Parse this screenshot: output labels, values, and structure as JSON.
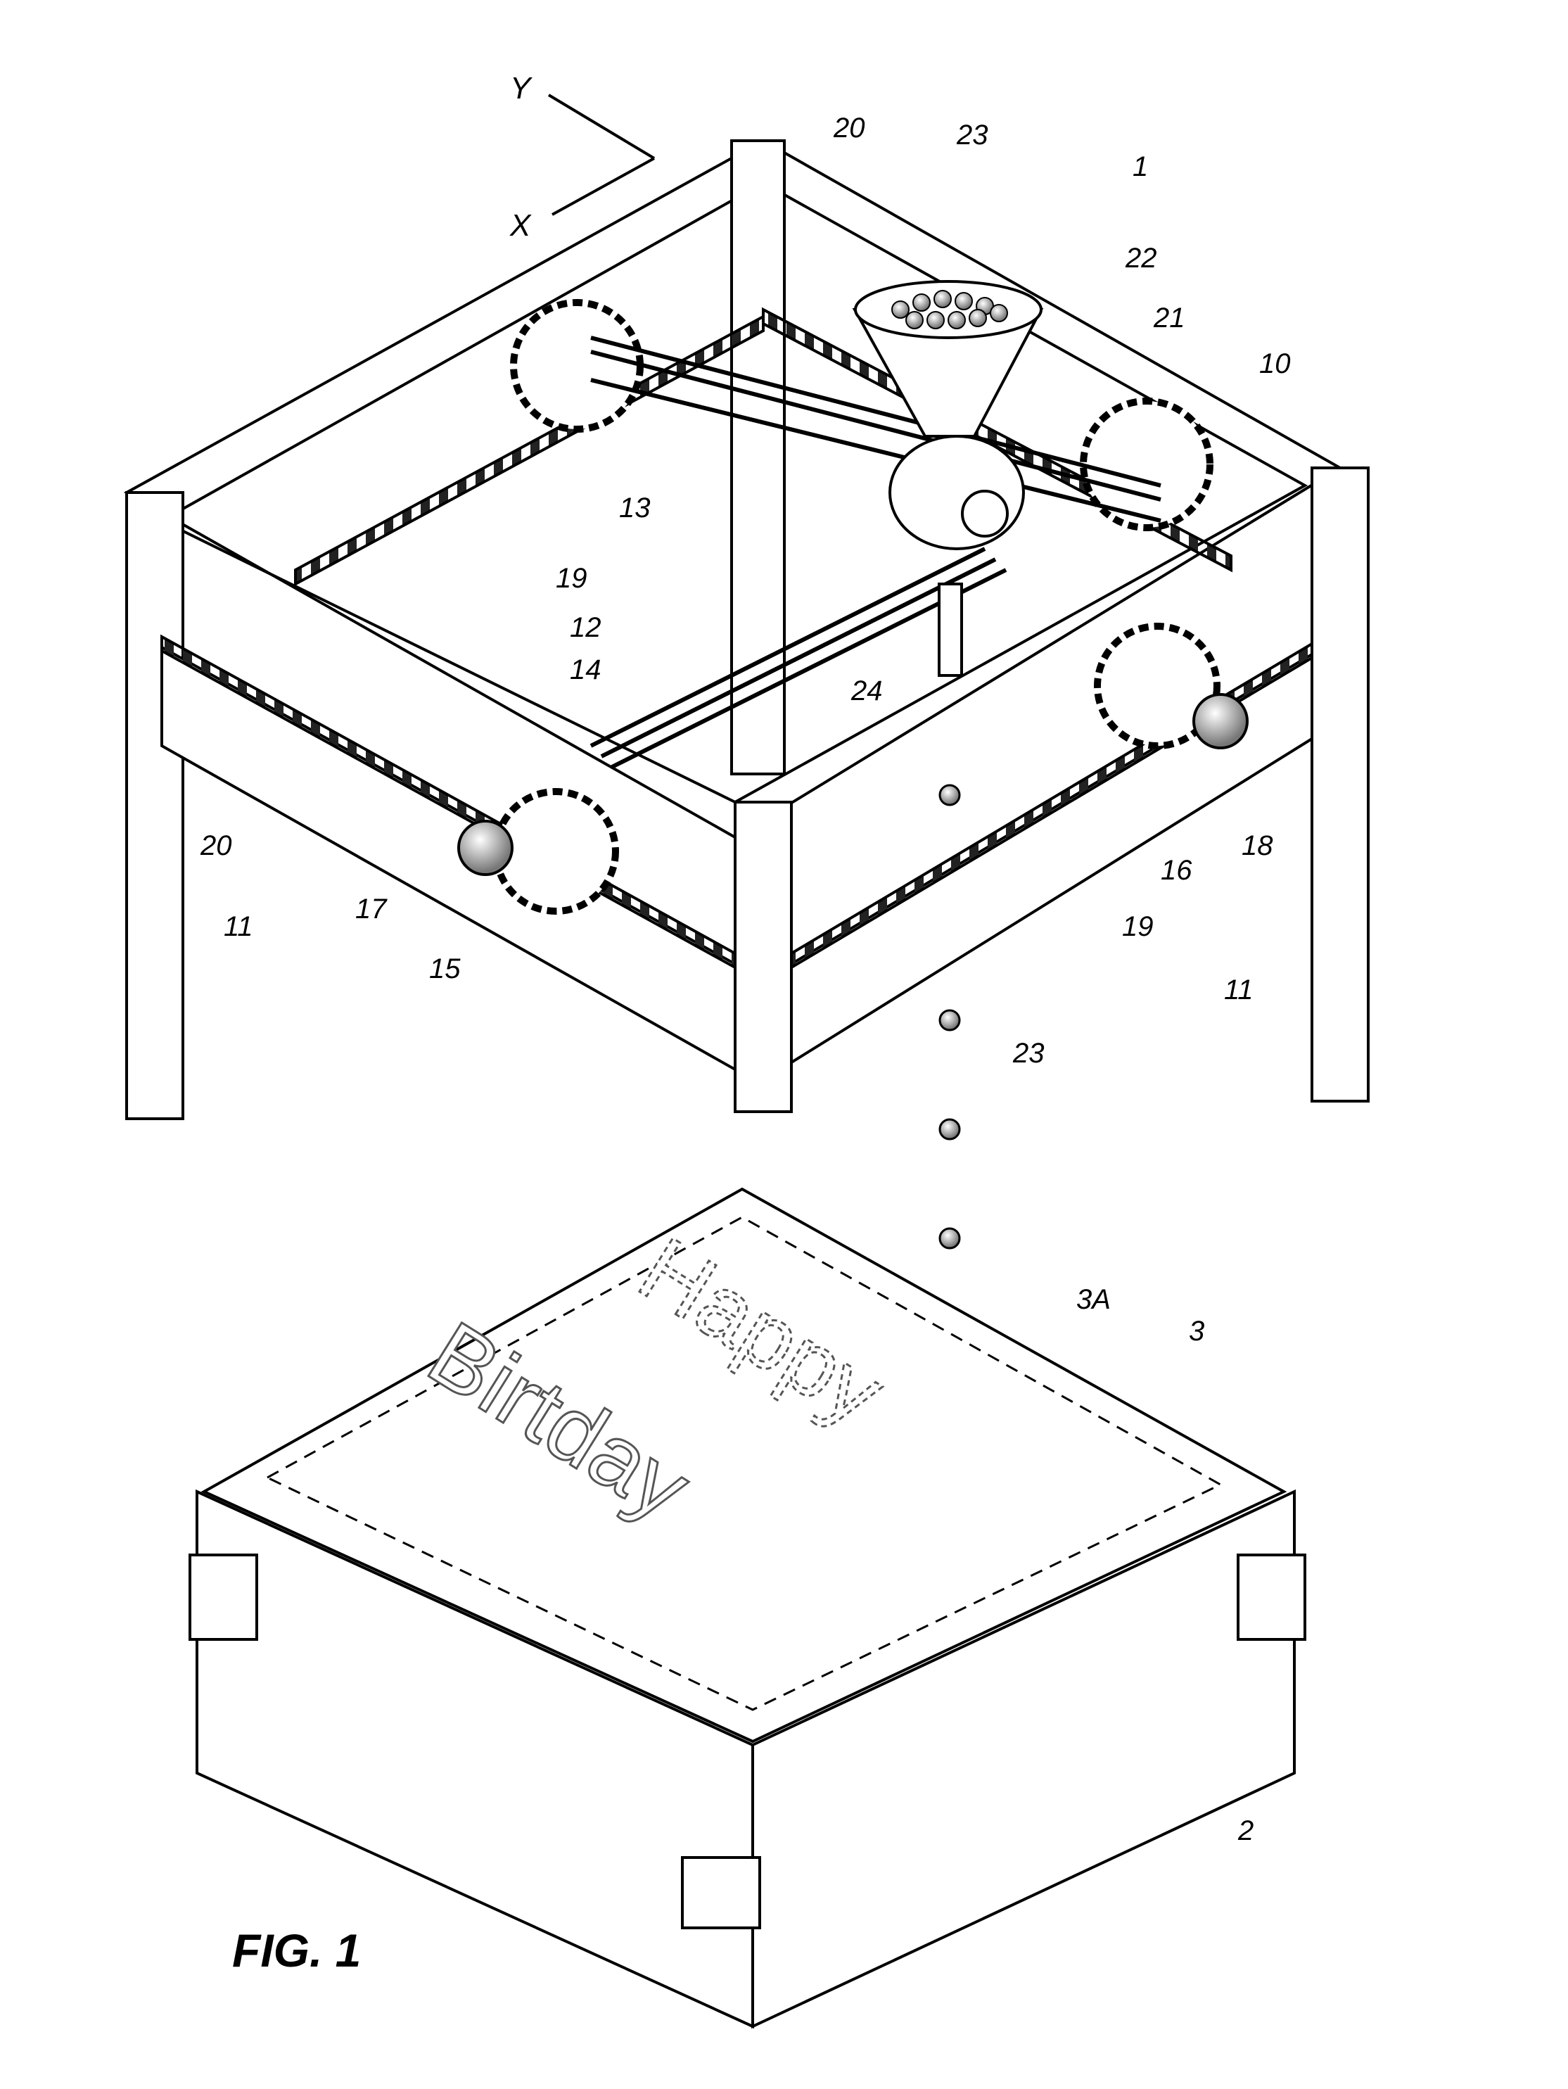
{
  "figure": {
    "caption": "FIG. 1",
    "axes": {
      "y": "Y",
      "x": "X"
    },
    "cake_text": {
      "line1": "Happy",
      "line2": "Birtday"
    },
    "reference_numerals": [
      {
        "id": "ref-1",
        "text": "1"
      },
      {
        "id": "ref-20-top",
        "text": "20"
      },
      {
        "id": "ref-23-top",
        "text": "23"
      },
      {
        "id": "ref-22",
        "text": "22"
      },
      {
        "id": "ref-21",
        "text": "21"
      },
      {
        "id": "ref-10",
        "text": "10"
      },
      {
        "id": "ref-13",
        "text": "13"
      },
      {
        "id": "ref-19-top",
        "text": "19"
      },
      {
        "id": "ref-12",
        "text": "12"
      },
      {
        "id": "ref-14",
        "text": "14"
      },
      {
        "id": "ref-24",
        "text": "24"
      },
      {
        "id": "ref-20-left",
        "text": "20"
      },
      {
        "id": "ref-17",
        "text": "17"
      },
      {
        "id": "ref-15",
        "text": "15"
      },
      {
        "id": "ref-11-left",
        "text": "11"
      },
      {
        "id": "ref-16",
        "text": "16"
      },
      {
        "id": "ref-18",
        "text": "18"
      },
      {
        "id": "ref-19-right",
        "text": "19"
      },
      {
        "id": "ref-11-right",
        "text": "11"
      },
      {
        "id": "ref-23-mid",
        "text": "23"
      },
      {
        "id": "ref-3A",
        "text": "3A"
      },
      {
        "id": "ref-3",
        "text": "3"
      },
      {
        "id": "ref-2",
        "text": "2"
      }
    ]
  }
}
